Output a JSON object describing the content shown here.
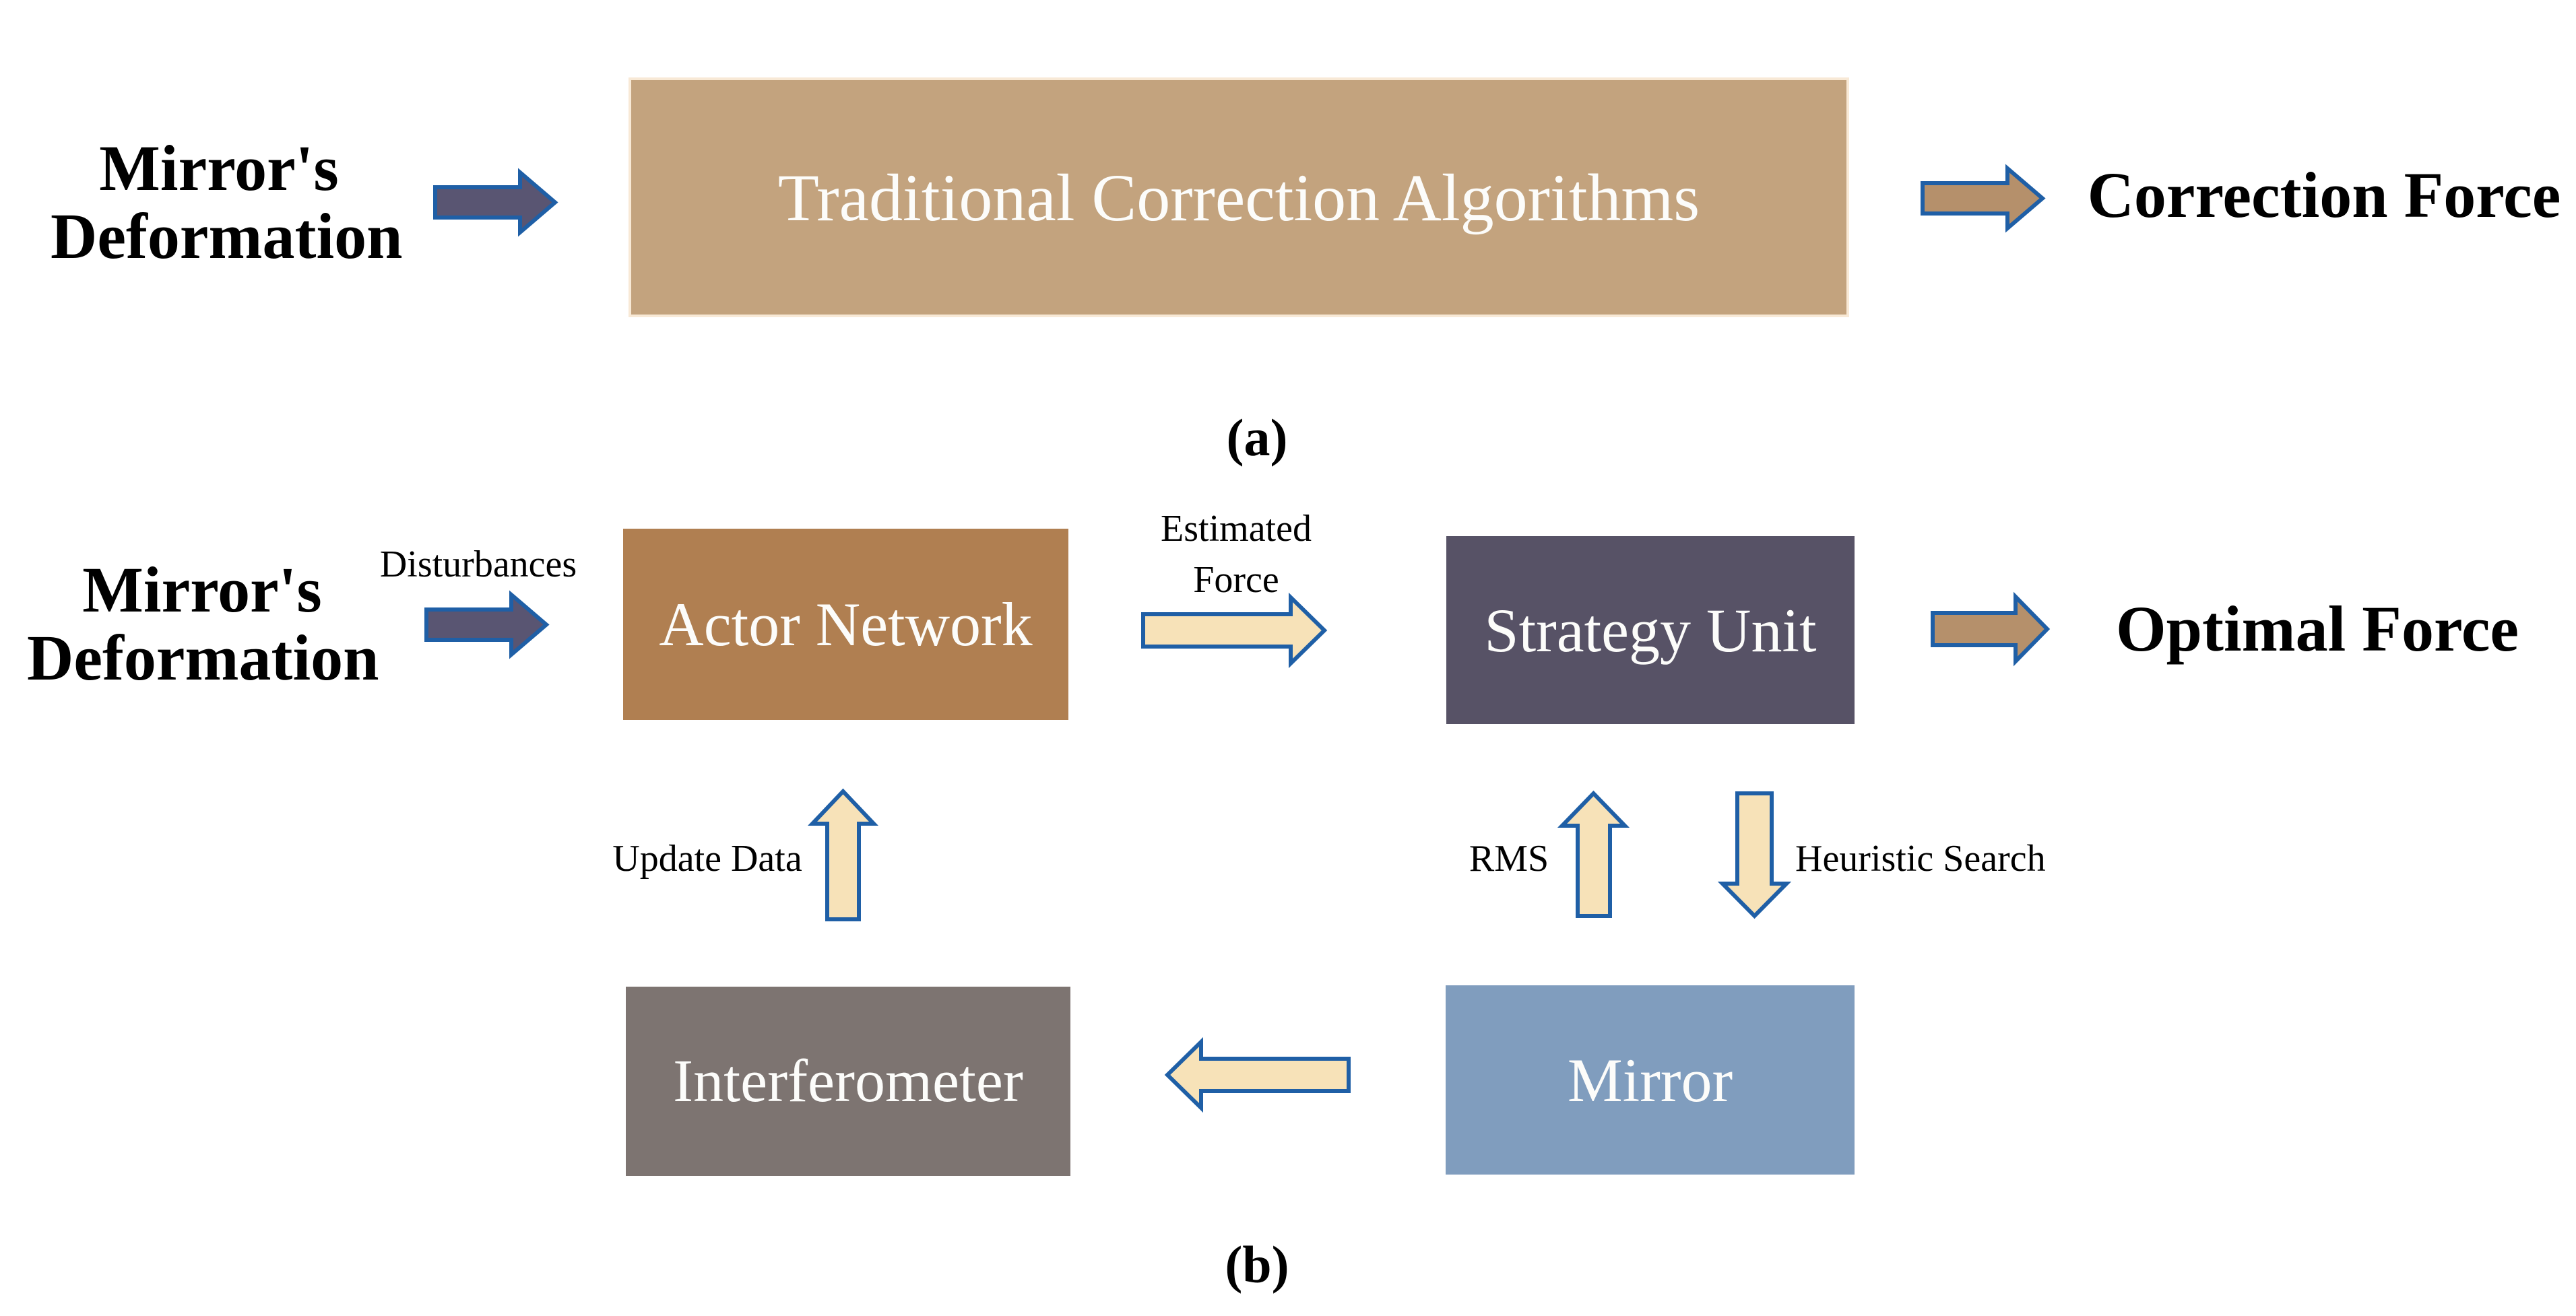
{
  "figure": {
    "panel_a": {
      "caption": "(a)",
      "input": {
        "line1": "Mirror's",
        "line2": "Deformation"
      },
      "process_box": "Traditional Correction Algorithms",
      "output": "Correction Force"
    },
    "panel_b": {
      "caption": "(b)",
      "input": {
        "line1": "Mirror's",
        "line2": "Deformation"
      },
      "disturbances": "Disturbances",
      "actor_network": "Actor Network",
      "estimated_force": {
        "line1": "Estimated",
        "line2": "Force"
      },
      "strategy_unit": "Strategy Unit",
      "optimal_force": "Optimal Force",
      "update_data": "Update Data",
      "rms": "RMS",
      "heuristic_search": "Heuristic Search",
      "interferometer": "Interferometer",
      "mirror": "Mirror"
    },
    "colors": {
      "process_box_fill": "#C3A37E",
      "process_box_border": "#F8E9D6",
      "actor_network_fill": "#B07F51",
      "strategy_unit_fill": "#575266",
      "interferometer_fill": "#7D7471",
      "mirror_fill": "#809DBE",
      "input_arrow_fill": "#595572",
      "output_arrow_fill": "#B5906B",
      "data_arrow_fill": "#F7E2B8",
      "arrow_outline": "#1F5FA6",
      "box_text": "#FCFCFA",
      "label_text": "#000000"
    }
  }
}
